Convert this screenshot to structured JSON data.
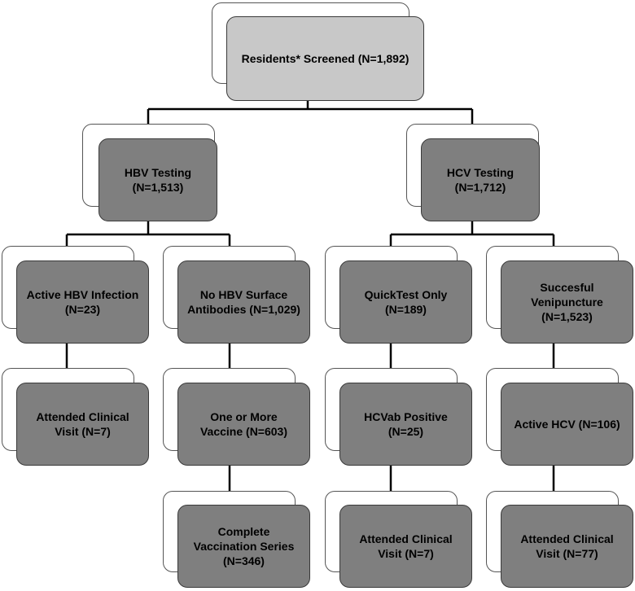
{
  "colors": {
    "root_fill": "#c8c8c8",
    "node_fill": "#7f7f7f",
    "node_border": "#3a3a3a",
    "ghost_border": "#555555",
    "connector": "#000000"
  },
  "nodes": {
    "residents_screened": "Residents* Screened (N=1,892)",
    "hbv_testing": "HBV Testing\n(N=1,513)",
    "hcv_testing": "HCV Testing\n(N=1,712)",
    "active_hbv_infection": "Active HBV Infection\n(N=23)",
    "no_hbv_surface_antibodies": "No HBV Surface\nAntibodies (N=1,029)",
    "quicktest_only": "QuickTest Only\n(N=189)",
    "succesful_venipuncture": "Succesful\nVenipuncture\n(N=1,523)",
    "hbv_attended_clinical_visit": "Attended Clinical\nVisit (N=7)",
    "one_or_more_vaccine": "One or More\nVaccine (N=603)",
    "hcvab_positive": "HCVab Positive\n(N=25)",
    "active_hcv": "Active HCV (N=106)",
    "complete_vaccination_series": "Complete\nVaccination Series\n(N=346)",
    "hcvab_attended_clinical_visit": "Attended Clinical\nVisit (N=7)",
    "active_hcv_attended_clinical_visit": "Attended Clinical\nVisit (N=77)"
  }
}
